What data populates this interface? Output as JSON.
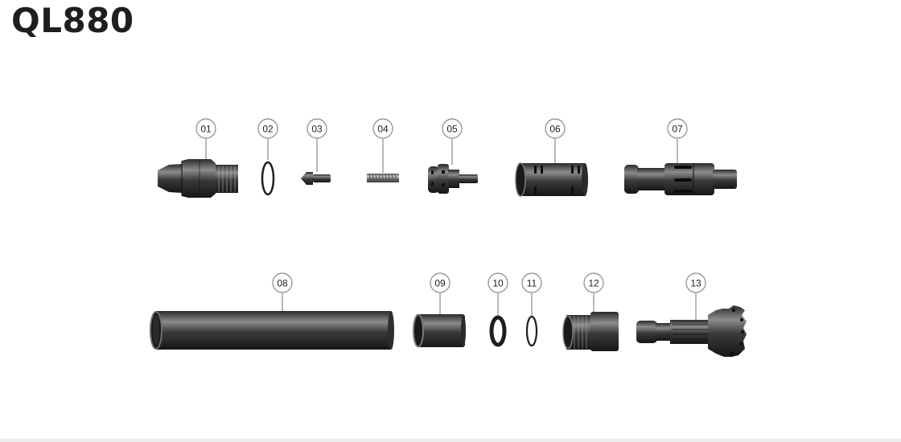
{
  "title": "QL880",
  "parts": [
    {
      "id": "part-01",
      "label": "01"
    },
    {
      "id": "part-02",
      "label": "02"
    },
    {
      "id": "part-03",
      "label": "03"
    },
    {
      "id": "part-04",
      "label": "04"
    },
    {
      "id": "part-05",
      "label": "05"
    },
    {
      "id": "part-06",
      "label": "06"
    },
    {
      "id": "part-07",
      "label": "07"
    },
    {
      "id": "part-08",
      "label": "08"
    },
    {
      "id": "part-09",
      "label": "09"
    },
    {
      "id": "part-10",
      "label": "10"
    },
    {
      "id": "part-11",
      "label": "11"
    },
    {
      "id": "part-12",
      "label": "12"
    },
    {
      "id": "part-13",
      "label": "13"
    }
  ]
}
